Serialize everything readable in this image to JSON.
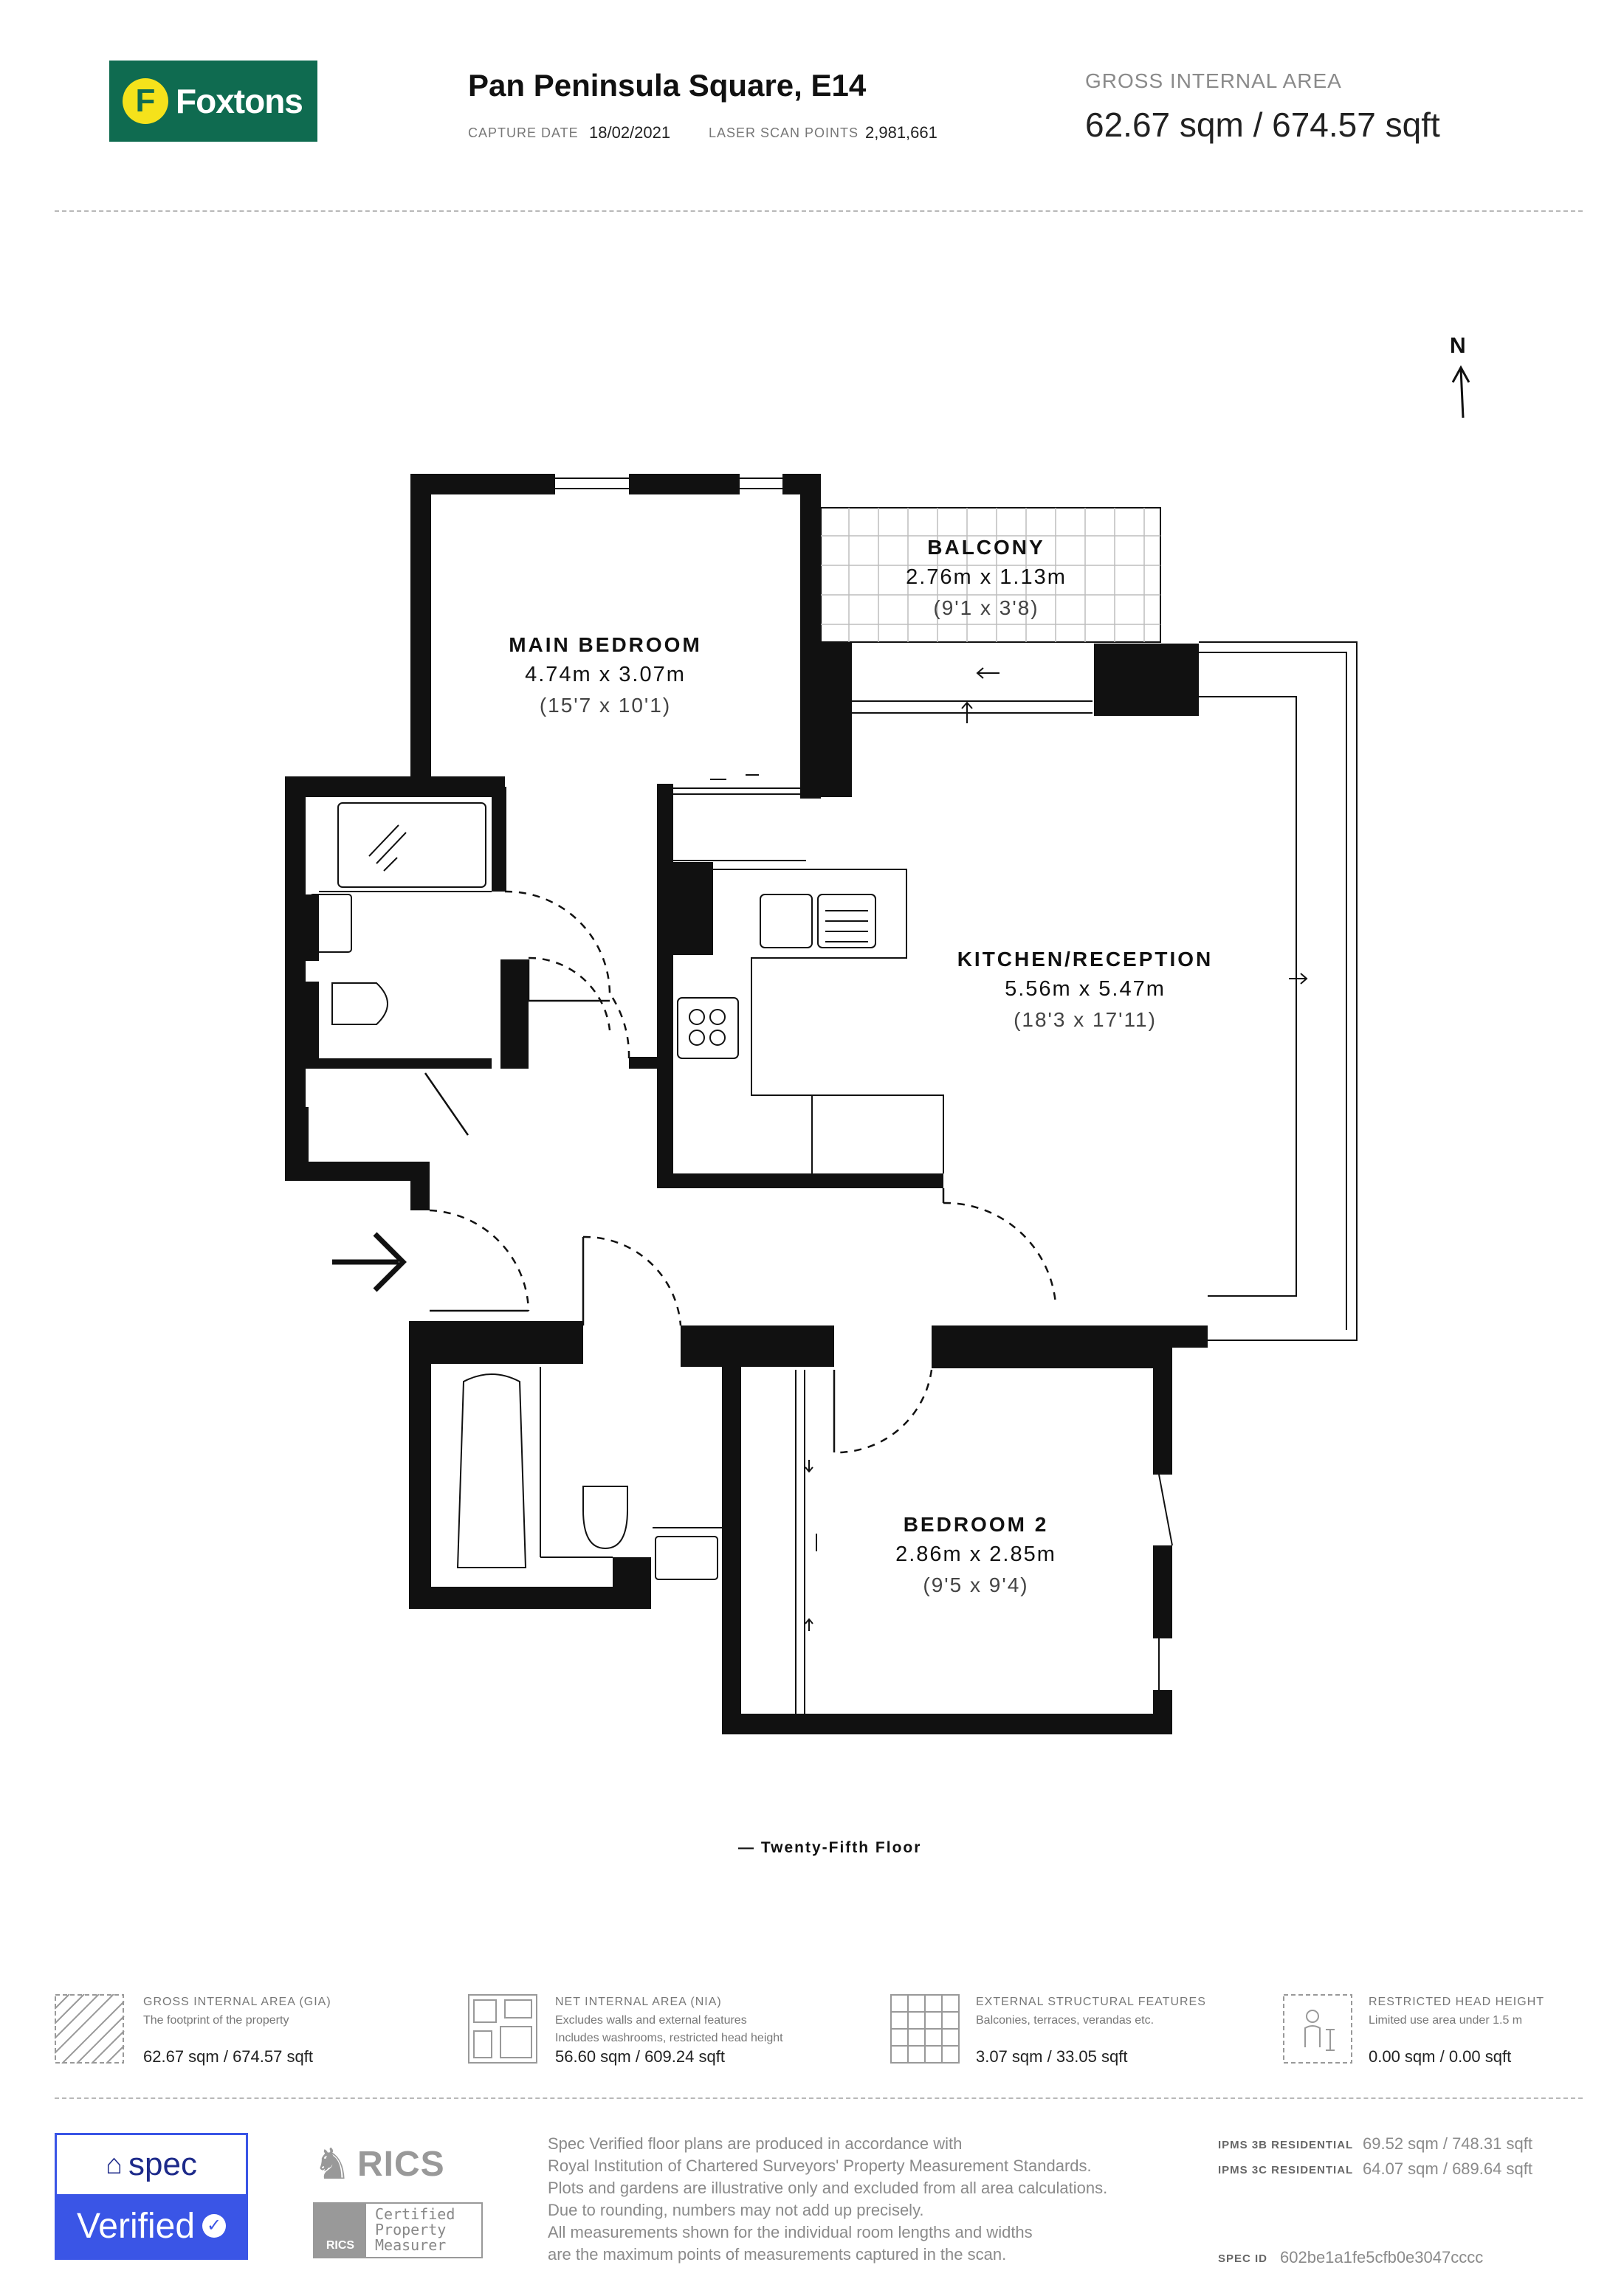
{
  "header": {
    "brand": "Foxtons",
    "brand_letter": "F",
    "title": "Pan Peninsula Square, E14",
    "capture_date_label": "CAPTURE DATE",
    "capture_date": "18/02/2021",
    "scan_points_label": "LASER SCAN POINTS",
    "scan_points": "2,981,661",
    "gia_label": "GROSS INTERNAL AREA",
    "gia_value": "62.67 sqm / 674.57 sqft"
  },
  "compass": {
    "label": "N"
  },
  "rooms": [
    {
      "name": "BALCONY",
      "dims": "2.76m x 1.13m",
      "imperial": "(9'1 x 3'8)"
    },
    {
      "name": "MAIN BEDROOM",
      "dims": "4.74m x 3.07m",
      "imperial": "(15'7 x 10'1)"
    },
    {
      "name": "KITCHEN/RECEPTION",
      "dims": "5.56m x 5.47m",
      "imperial": "(18'3 x 17'11)"
    },
    {
      "name": "BEDROOM 2",
      "dims": "2.86m x 2.85m",
      "imperial": "(9'5 x 9'4)"
    }
  ],
  "floor_caption": "— Twenty-Fifth Floor",
  "legend": [
    {
      "heading": "GROSS INTERNAL AREA (GIA)",
      "desc1": "The footprint of the property",
      "desc2": "",
      "value": "62.67 sqm / 674.57 sqft"
    },
    {
      "heading": "NET INTERNAL AREA (NIA)",
      "desc1": "Excludes walls and external features",
      "desc2": "Includes washrooms, restricted head height",
      "value": "56.60 sqm / 609.24 sqft"
    },
    {
      "heading": "EXTERNAL STRUCTURAL FEATURES",
      "desc1": "Balconies, terraces, verandas etc.",
      "desc2": "",
      "value": "3.07 sqm / 33.05 sqft"
    },
    {
      "heading": "RESTRICTED HEAD HEIGHT",
      "desc1": "Limited use area under 1.5 m",
      "desc2": "",
      "value": "0.00 sqm / 0.00 sqft"
    }
  ],
  "footer": {
    "spec_brand": "spec",
    "spec_verified": "Verified",
    "rics": "RICS",
    "rics_badge": "RICS",
    "rics_cert_1": "Certified",
    "rics_cert_2": "Property",
    "rics_cert_3": "Measurer",
    "disclaimer": [
      "Spec Verified floor plans are produced in accordance with",
      "Royal Institution of Chartered Surveyors' Property Measurement Standards.",
      "Plots and gardens are illustrative only and excluded from all area calculations.",
      "Due to rounding, numbers may not add up precisely.",
      "All measurements shown for the individual room lengths and widths",
      "are the maximum points of measurements captured in the scan."
    ],
    "ipms_3b_label": "IPMS 3B RESIDENTIAL",
    "ipms_3b_value": "69.52 sqm / 748.31 sqft",
    "ipms_3c_label": "IPMS 3C RESIDENTIAL",
    "ipms_3c_value": "64.07 sqm / 689.64 sqft",
    "spec_id_label": "SPEC ID",
    "spec_id": "602be1a1fe5cfb0e3047cccc"
  }
}
